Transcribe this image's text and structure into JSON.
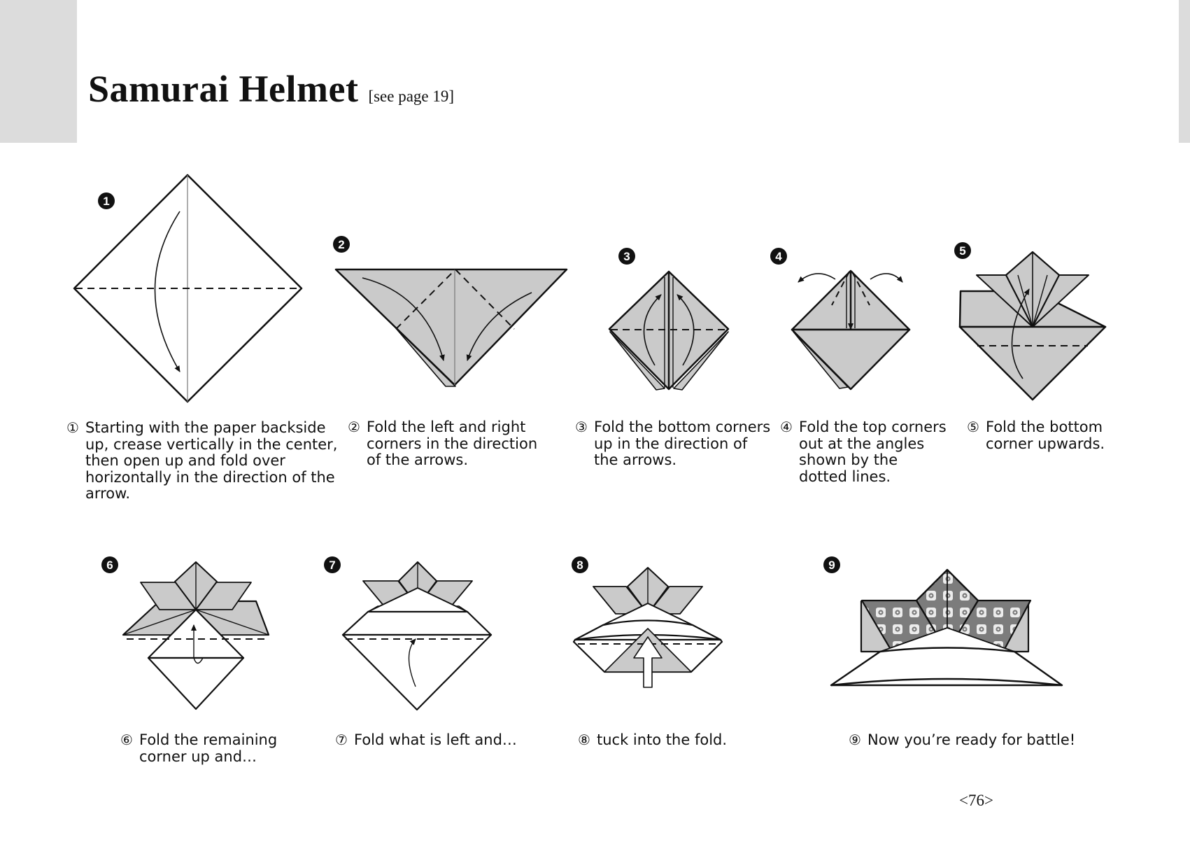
{
  "title": "Samurai Helmet",
  "reference": "[see page 19]",
  "steps": [
    {
      "marker": "1",
      "num": "①",
      "text": "Starting with the paper backside\nup, crease vertically in the center,\nthen open up and fold over\nhorizontally in the direction of the\narrow."
    },
    {
      "marker": "2",
      "num": "②",
      "text": "Fold the left and right\ncorners in the direction\nof the arrows."
    },
    {
      "marker": "3",
      "num": "③",
      "text": "Fold the bottom corners\nup in the direction of\nthe arrows."
    },
    {
      "marker": "4",
      "num": "④",
      "text": "Fold the top corners\nout at the angles\nshown by the\ndotted lines."
    },
    {
      "marker": "5",
      "num": "⑤",
      "text": "Fold the bottom\ncorner upwards."
    },
    {
      "marker": "6",
      "num": "⑥",
      "text": "Fold the remaining\ncorner up and…"
    },
    {
      "marker": "7",
      "num": "⑦",
      "text": "Fold what is left and…"
    },
    {
      "marker": "8",
      "num": "⑧",
      "text": "tuck into the fold."
    },
    {
      "marker": "9",
      "num": "⑨",
      "text": "Now you’re ready for battle!"
    }
  ],
  "page_number": "<76>",
  "colors": {
    "paper_gray": "#cacaca",
    "tab_gray": "#dcdcdc",
    "pattern_dark": "#7c7c7c",
    "line": "#111111"
  }
}
